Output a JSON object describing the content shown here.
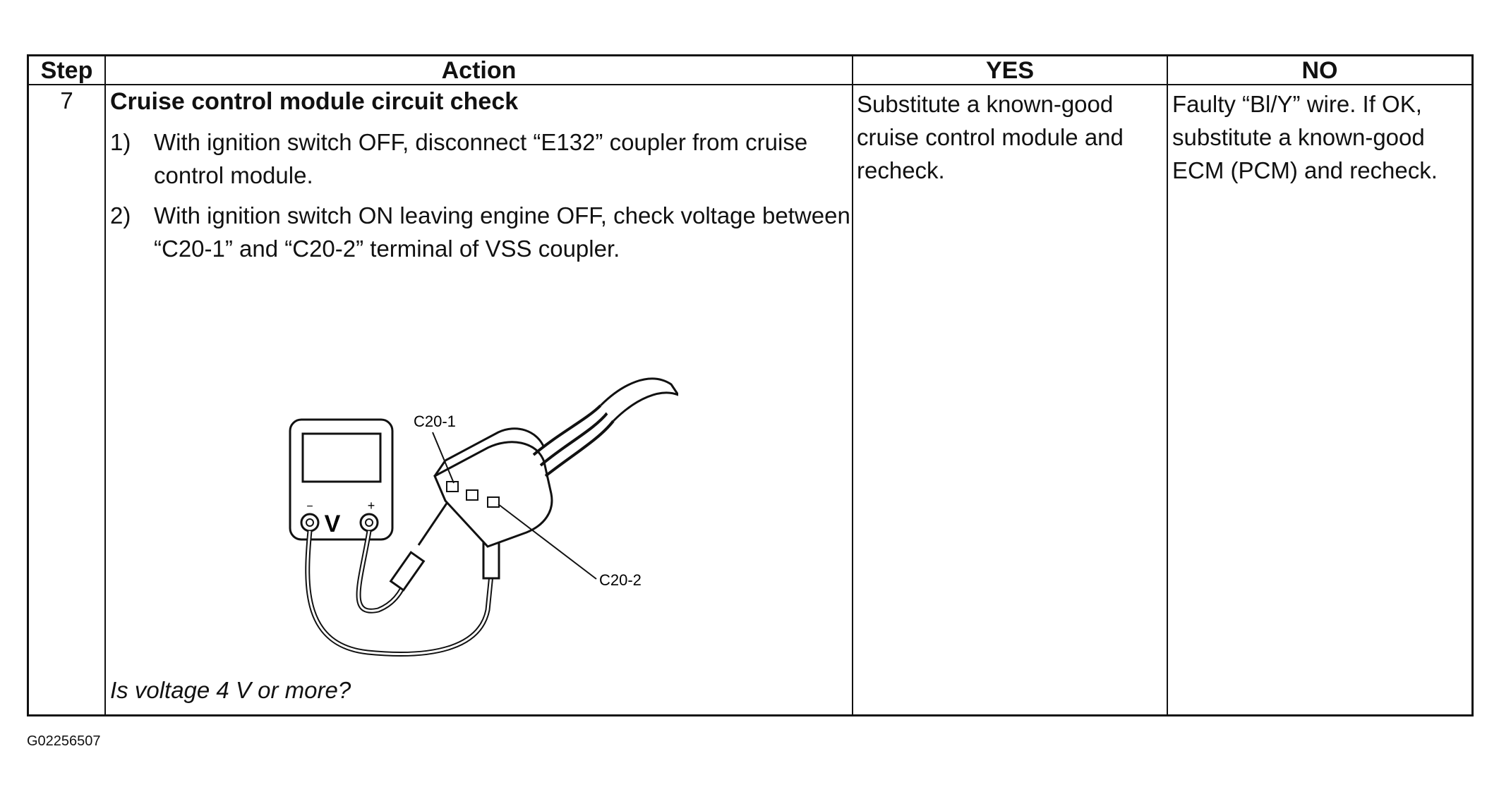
{
  "table": {
    "headers": {
      "step": "Step",
      "action": "Action",
      "yes": "YES",
      "no": "NO"
    },
    "row": {
      "step": "7",
      "title": "Cruise control module circuit check",
      "items": [
        {
          "num": "1)",
          "text": "With ignition switch OFF, disconnect “E132” coupler from cruise control module."
        },
        {
          "num": "2)",
          "text": "With ignition switch ON leaving engine OFF, check voltage between “C20-1” and “C20-2” terminal of VSS coupler."
        }
      ],
      "question": "Is voltage 4 V or more?",
      "yes": "Substitute a known-good cruise control module and recheck.",
      "no": "Faulty “Bl/Y” wire. If OK, substitute a known-good ECM (PCM) and recheck."
    }
  },
  "diagram": {
    "label_c20_1": "C20-1",
    "label_c20_2": "C20-2",
    "meter_symbol": "V",
    "minus": "−",
    "plus": "+"
  },
  "footer": {
    "code": "G02256507"
  }
}
